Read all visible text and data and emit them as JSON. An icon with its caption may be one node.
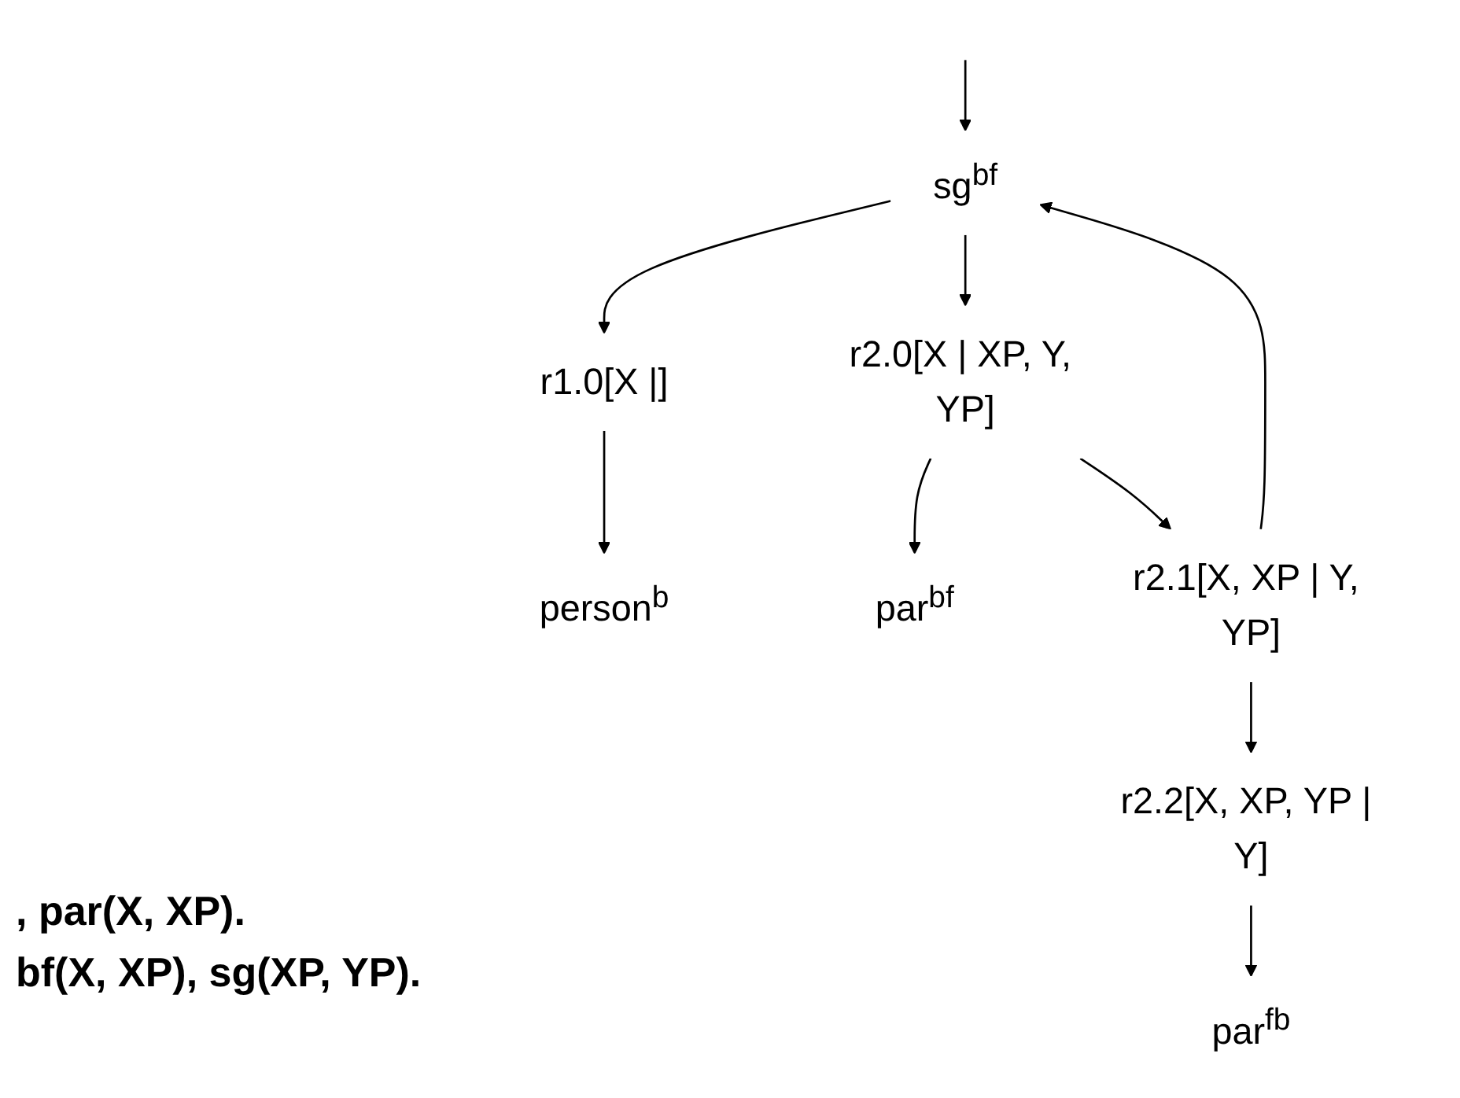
{
  "diagram": {
    "nodes": [
      {
        "text": [
          "sg$^{bf}$"
        ]
      },
      {
        "text": [
          "r1.0[X |]"
        ]
      },
      {
        "text": [
          "r2.0[X | XP, Y, YP]"
        ]
      },
      {
        "text": [
          "person$^{b}$"
        ]
      },
      {
        "text": [
          "par$^{bf}$"
        ]
      },
      {
        "text": [
          "r2.1[X, XP | Y, YP]"
        ]
      },
      {
        "text": [
          "r2.2[X, XP, YP | Y]"
        ]
      },
      {
        "text": [
          "par$^{fb}$"
        ]
      }
    ],
    "edges": [
      {
        "from": null,
        "to": 0,
        "arrow": "to"
      },
      {
        "from": 0,
        "to": 1,
        "arrow": "to"
      },
      {
        "from": 0,
        "to": 2,
        "arrow": "to"
      },
      {
        "from": 1,
        "to": 3,
        "arrow": "to"
      },
      {
        "from": 2,
        "to": 4,
        "arrow": "to"
      },
      {
        "from": 2,
        "to": 5,
        "arrow": "to"
      },
      {
        "from": 5,
        "to": 0,
        "arrow": "to"
      },
      {
        "from": 5,
        "to": 6,
        "arrow": "to"
      },
      {
        "from": 6,
        "to": 7,
        "arrow": "to"
      }
    ],
    "labels": [
      ", par(X, XP).",
      "bf(X, XP), sg(XP, YP)."
    ]
  }
}
